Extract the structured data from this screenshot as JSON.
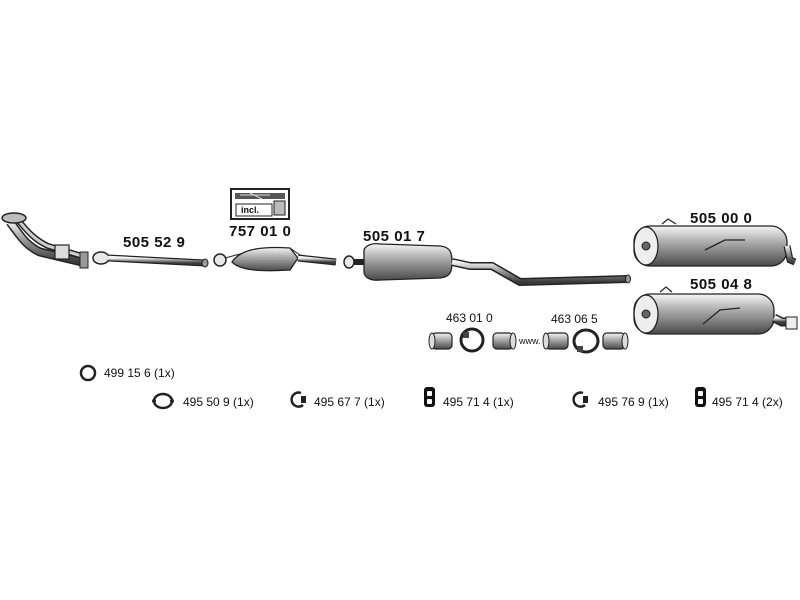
{
  "parts": {
    "intermediate_pipe": "505 52 9",
    "catalytic_converter": "757 01 0",
    "catalytic_converter_tag": "incl.",
    "front_silencer": "505 01 7",
    "rear_silencer_a": "505 00 0",
    "rear_silencer_b": "505 04 8",
    "clamp_set_a": "463 01 0",
    "clamp_set_b": "463 06 5"
  },
  "accessories": [
    {
      "label": "499 15 6 (1x)",
      "icon": "gasket-ring-icon"
    },
    {
      "label": "495 50 9 (1x)",
      "icon": "flange-gasket-icon"
    },
    {
      "label": "495 67 7 (1x)",
      "icon": "pipe-clamp-icon"
    },
    {
      "label": "495 71 4 (1x)",
      "icon": "rubber-mount-icon"
    },
    {
      "label": "495 76 9 (1x)",
      "icon": "pipe-clamp-icon"
    },
    {
      "label": "495 71 4 (2x)",
      "icon": "rubber-mount-icon"
    }
  ],
  "connector_text": "www."
}
